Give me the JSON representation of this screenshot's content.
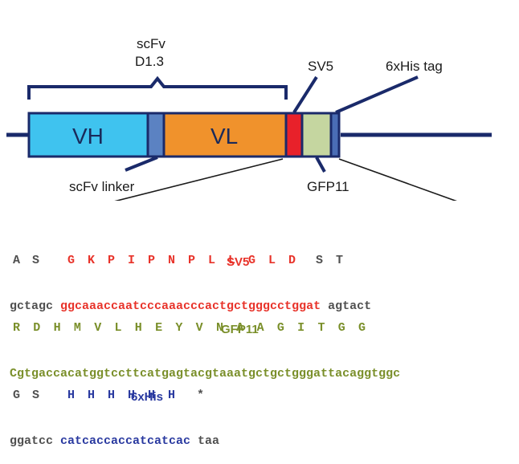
{
  "diagram": {
    "scfv_label_line1": "scFv",
    "scfv_label_line2": "D1.3",
    "vh_label": "VH",
    "vl_label": "VL",
    "sv5_label": "SV5",
    "his_tag_label": "6xHis tag",
    "linker_label": "scFv linker",
    "gfp11_label": "GFP11",
    "colors": {
      "vh": "#3fc3ef",
      "linker": "#5b82c2",
      "vl": "#f0922c",
      "sv5": "#e8212a",
      "gfp11": "#c5d6a0",
      "his": "#4a6db5",
      "outline": "#1a2a6a"
    }
  },
  "sequences": {
    "sv5_block": {
      "aa_left": [
        "A",
        "S"
      ],
      "aa_mid": [
        "G",
        "K",
        "P",
        "I",
        "P",
        "N",
        "P",
        "L",
        "L",
        "G",
        "L",
        "D"
      ],
      "aa_right": [
        "S",
        "T"
      ],
      "nt_left": "gctagc",
      "nt_mid": "ggcaaaccaatcccaaacccactgctgggcctggat",
      "nt_right": "agtact",
      "name": "SV5"
    },
    "gfp11_block": {
      "aa": [
        "R",
        "D",
        "H",
        "M",
        "V",
        "L",
        "H",
        "E",
        "Y",
        "V",
        "N",
        "A",
        "A",
        "G",
        "I",
        "T",
        "G",
        "G"
      ],
      "nt": "Cgtgaccacatggtccttcatgagtacgtaaatgctgctgggattacaggtggc",
      "name": "GFP11"
    },
    "his_block": {
      "aa_left": [
        "G",
        "S"
      ],
      "aa_mid": [
        "H",
        "H",
        "H",
        "H",
        "H",
        "H"
      ],
      "aa_right": [
        "*"
      ],
      "nt_left": "ggatcc",
      "nt_mid": "catcaccaccatcatcac",
      "nt_right": "taa",
      "name": "6xHis"
    }
  }
}
